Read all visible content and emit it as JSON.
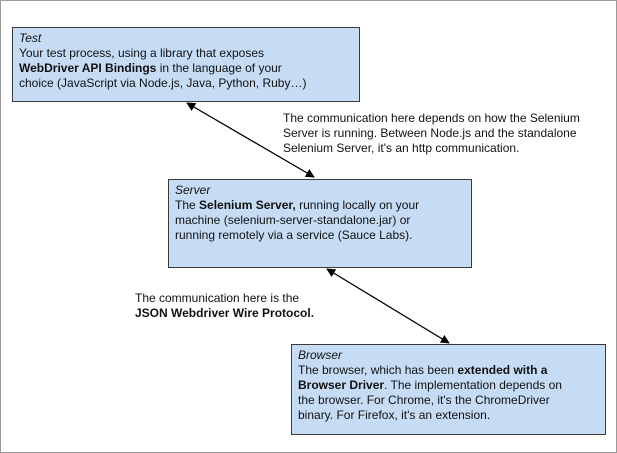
{
  "test": {
    "title": "Test",
    "line1": "Your test process, using a library that exposes",
    "bold": "WebDriver API Bindings",
    "line2_rest": " in the language of your",
    "line3": "choice (JavaScript via Node.js, Java, Python, Ruby…)"
  },
  "note_top": {
    "line1": "The communication here depends on how the Selenium",
    "line2": "Server is running. Between Node.js and the standalone",
    "line3": "Selenium Server, it's an http communication."
  },
  "server": {
    "title": "Server",
    "prefix": "The ",
    "bold": "Selenium Server,",
    "line1_rest": " running locally on your",
    "line2": "machine (selenium-server-standalone.jar) or",
    "line3": "running remotely via a service (Sauce Labs)."
  },
  "note_bottom": {
    "line1": "The communication here is the",
    "bold": "JSON Webdriver Wire Protocol."
  },
  "browser": {
    "title": "Browser",
    "line1_prefix": "The browser, which has been ",
    "bold1": "extended with a",
    "bold2": "Browser Driver",
    "line2_rest": ". The implementation depends on",
    "line3": "the browser. For Chrome, it's the ChromeDriver",
    "line4": "binary. For Firefox, it's an extension."
  },
  "colors": {
    "box_fill": "#c6dcf5",
    "box_border": "#3a3a3a",
    "arrow": "#000000"
  }
}
